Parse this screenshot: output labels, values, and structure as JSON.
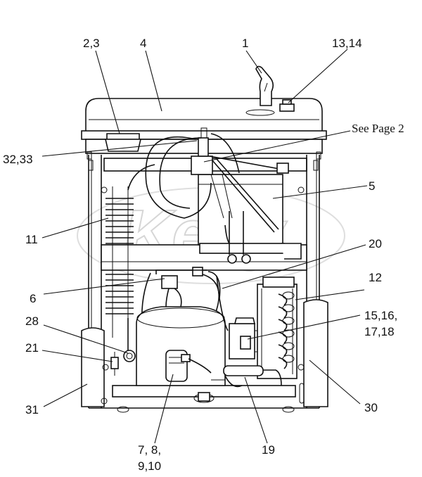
{
  "watermark": "Kelly",
  "callouts": {
    "c1": "1",
    "c13_14": "13,14",
    "c2_3": "2,3",
    "c4": "4",
    "see_page": "See Page 2",
    "c32_33": "32,33",
    "c5": "5",
    "c11": "11",
    "c20": "20",
    "c12": "12",
    "c6": "6",
    "c15_18_a": "15,16,",
    "c15_18_b": "17,18",
    "c28": "28",
    "c21": "21",
    "c31": "31",
    "c30": "30",
    "c19": "19",
    "c7_10_a": "7, 8,",
    "c7_10_b": "9,10"
  }
}
